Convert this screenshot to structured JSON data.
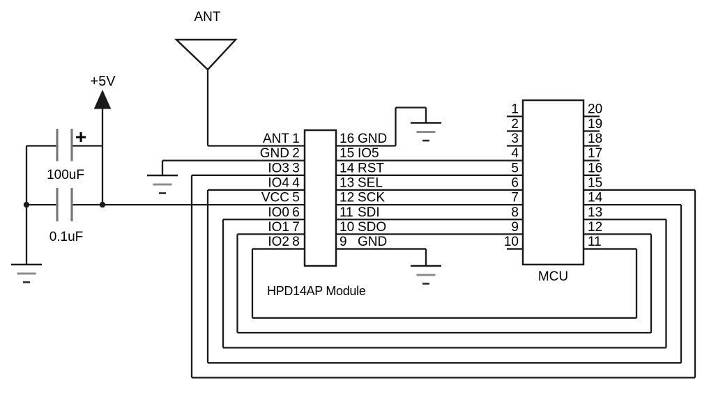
{
  "diagram": {
    "type": "circuit-schematic",
    "power": {
      "supply_label": "+5V",
      "polarity_mark": "+",
      "cap1_value": "100uF",
      "cap2_value": "0.1uF"
    },
    "antenna": {
      "label": "ANT"
    },
    "module": {
      "name": "HPD14AP Module",
      "left_pins": [
        {
          "name": "ANT",
          "num": "1"
        },
        {
          "name": "GND",
          "num": "2"
        },
        {
          "name": "IO3",
          "num": "3"
        },
        {
          "name": "IO4",
          "num": "4"
        },
        {
          "name": "VCC",
          "num": "5"
        },
        {
          "name": "IO0",
          "num": "6"
        },
        {
          "name": "IO1",
          "num": "7"
        },
        {
          "name": "IO2",
          "num": "8"
        }
      ],
      "right_pins": [
        {
          "num": "16",
          "name": "GND"
        },
        {
          "num": "15",
          "name": "IO5"
        },
        {
          "num": "14",
          "name": "RST"
        },
        {
          "num": "13",
          "name": "SEL"
        },
        {
          "num": "12",
          "name": "SCK"
        },
        {
          "num": "11",
          "name": "SDI"
        },
        {
          "num": "10",
          "name": "SDO"
        },
        {
          "num": "9",
          "name": "GND"
        }
      ]
    },
    "mcu": {
      "name": "MCU",
      "left_pins": [
        "1",
        "2",
        "3",
        "4",
        "5",
        "6",
        "7",
        "8",
        "9",
        "10"
      ],
      "right_pins": [
        "20",
        "19",
        "18",
        "17",
        "16",
        "15",
        "14",
        "13",
        "12",
        "11"
      ]
    },
    "colors": {
      "wire": "#1a1a1a",
      "capacitor_plate": "#777777",
      "ground_mid_line": "#8c8c8c",
      "background": "#ffffff"
    }
  }
}
